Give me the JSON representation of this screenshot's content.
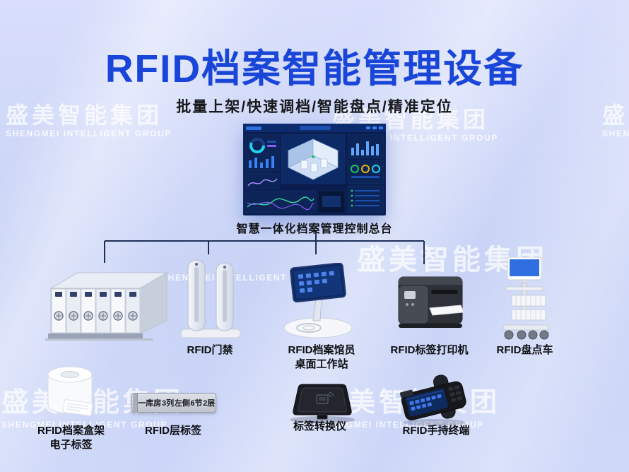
{
  "header": {
    "title": "RFID档案智能管理设备",
    "subtitle": "批量上架/快速调档/智能盘点/精准定位"
  },
  "watermark": {
    "cn": "盛美智能集团",
    "en": "SHENGMEI INTELLIGENT GROUP"
  },
  "console": {
    "caption": "智慧一体化档案管理控制总台"
  },
  "devices": {
    "gate": {
      "label": "RFID门禁"
    },
    "workstation": {
      "label_line1": "RFID档案馆员",
      "label_line2": "桌面工作站"
    },
    "printer": {
      "label": "RFID标签打印机"
    },
    "cart": {
      "label": "RFID盘点车"
    },
    "box_tag": {
      "label_line1": "RFID档案盒架",
      "label_line2": "电子标签"
    },
    "shelf_tag": {
      "label": "RFID层标签",
      "tag_text": {
        "room": "一库房",
        "col": "3列",
        "side": "左侧",
        "section": "6节",
        "layer": "2层"
      }
    },
    "converter": {
      "label": "标签转换仪"
    },
    "handheld": {
      "label": "RFID手持终端"
    }
  },
  "colors": {
    "title_blue": "#1946d9",
    "background": "#cbd5f6",
    "connector": "#1f3057",
    "console_bg": "#0a1d4e"
  }
}
